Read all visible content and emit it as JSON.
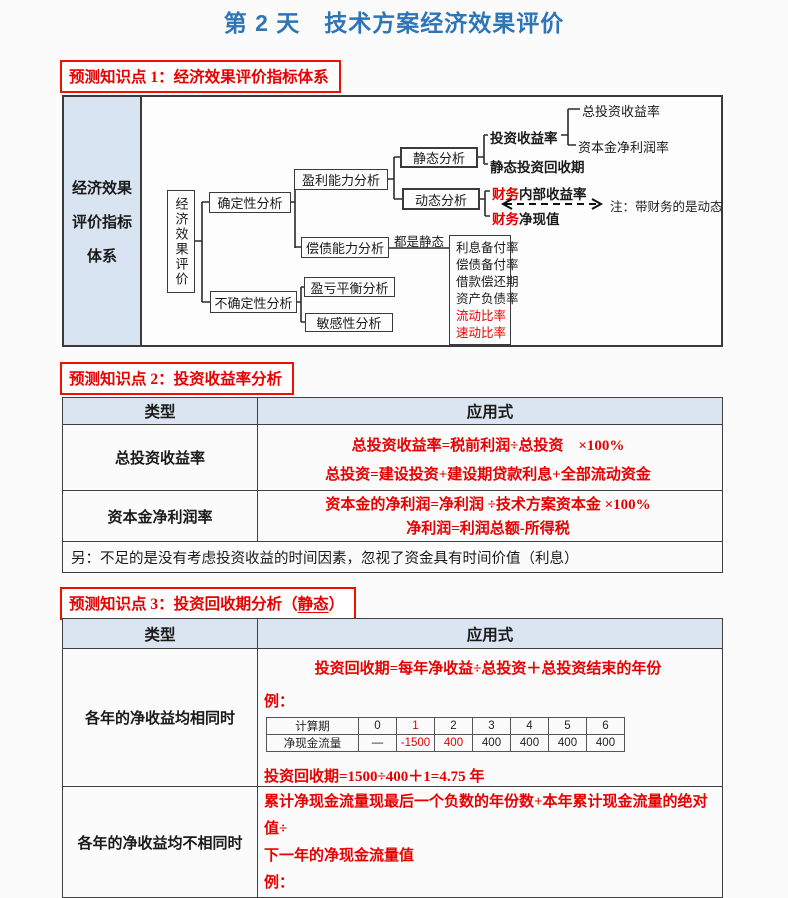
{
  "page": {
    "title": "第 2 天　技术方案经济效果评价"
  },
  "colors": {
    "title_blue": "#2e75b6",
    "accent_red": "#e60000",
    "kp_border_red": "#ee1000",
    "table_header_bg": "#dbe5f1",
    "diagram_sidebar_bg": "#d8e4f2"
  },
  "kp1": {
    "label": "预测知识点 1：经济效果评价指标体系"
  },
  "diagram": {
    "sidebar": {
      "line1": "经济效果",
      "line2": "评价指标",
      "line3": "体系"
    },
    "root": "经济效果评价",
    "certain": "确定性分析",
    "uncertain": "不确定性分析",
    "profit": "盈利能力分析",
    "debt": "偿债能力分析",
    "breakeven": "盈亏平衡分析",
    "sensitivity": "敏感性分析",
    "static": "静态分析",
    "dynamic": "动态分析",
    "roi": "投资收益率",
    "roi_total": "总投资收益率",
    "roi_capital": "资本金净利润率",
    "static_payback": "静态投资回收期",
    "fin_prefix": "财务",
    "irr_rest": "内部收益率",
    "npv_rest": "净现值",
    "note": "注：带财务的是动态",
    "all_static": "都是静态",
    "ratios": [
      "利息备付率",
      "偿债备付率",
      "借款偿还期",
      "资产负债率",
      "流动比率",
      "速动比率"
    ]
  },
  "kp2": {
    "label": "预测知识点 2：投资收益率分析",
    "table": {
      "col_type": "类型",
      "col_formula": "应用式",
      "row1": {
        "type": "总投资收益率",
        "line1": "总投资收益率=税前利润÷总投资　×100%",
        "line2": "总投资=建设投资+建设期贷款利息+全部流动资金"
      },
      "row2": {
        "type": "资本金净利润率",
        "line1": "资本金的净利润=净利润 ÷技术方案资本金 ×100%",
        "line2": "净利润=利润总额-所得税"
      },
      "note": "另：不足的是没有考虑投资收益的时间因素，忽视了资金具有时间价值（利息）"
    }
  },
  "kp3": {
    "label_prefix": "预测知识点 3：投资回收期分析（",
    "label_underline": "静态",
    "label_suffix": "）",
    "table": {
      "col_type": "类型",
      "col_formula": "应用式",
      "row_same": {
        "type": "各年的净收益均相同时",
        "formula": "投资回收期=每年净收益÷总投资＋总投资结束的年份",
        "example_label": "例：",
        "result": "投资回收期=1500÷400＋1=4.75 年",
        "inner": {
          "h0": "计算期",
          "h1": "0",
          "h2": "1",
          "h3": "2",
          "h4": "3",
          "h5": "4",
          "h6": "5",
          "h7": "6",
          "r0": "净现金流量",
          "r1": "—",
          "r2": "-1500",
          "r3": "400",
          "r4": "400",
          "r5": "400",
          "r6": "400",
          "r7": "400"
        }
      },
      "row_diff": {
        "type": "各年的净收益均不相同时",
        "line1": "累计净现金流量现最后一个负数的年份数+本年累计现金流量的绝对值÷",
        "line2": "下一年的净现金流量值",
        "example_label": "例："
      }
    }
  }
}
